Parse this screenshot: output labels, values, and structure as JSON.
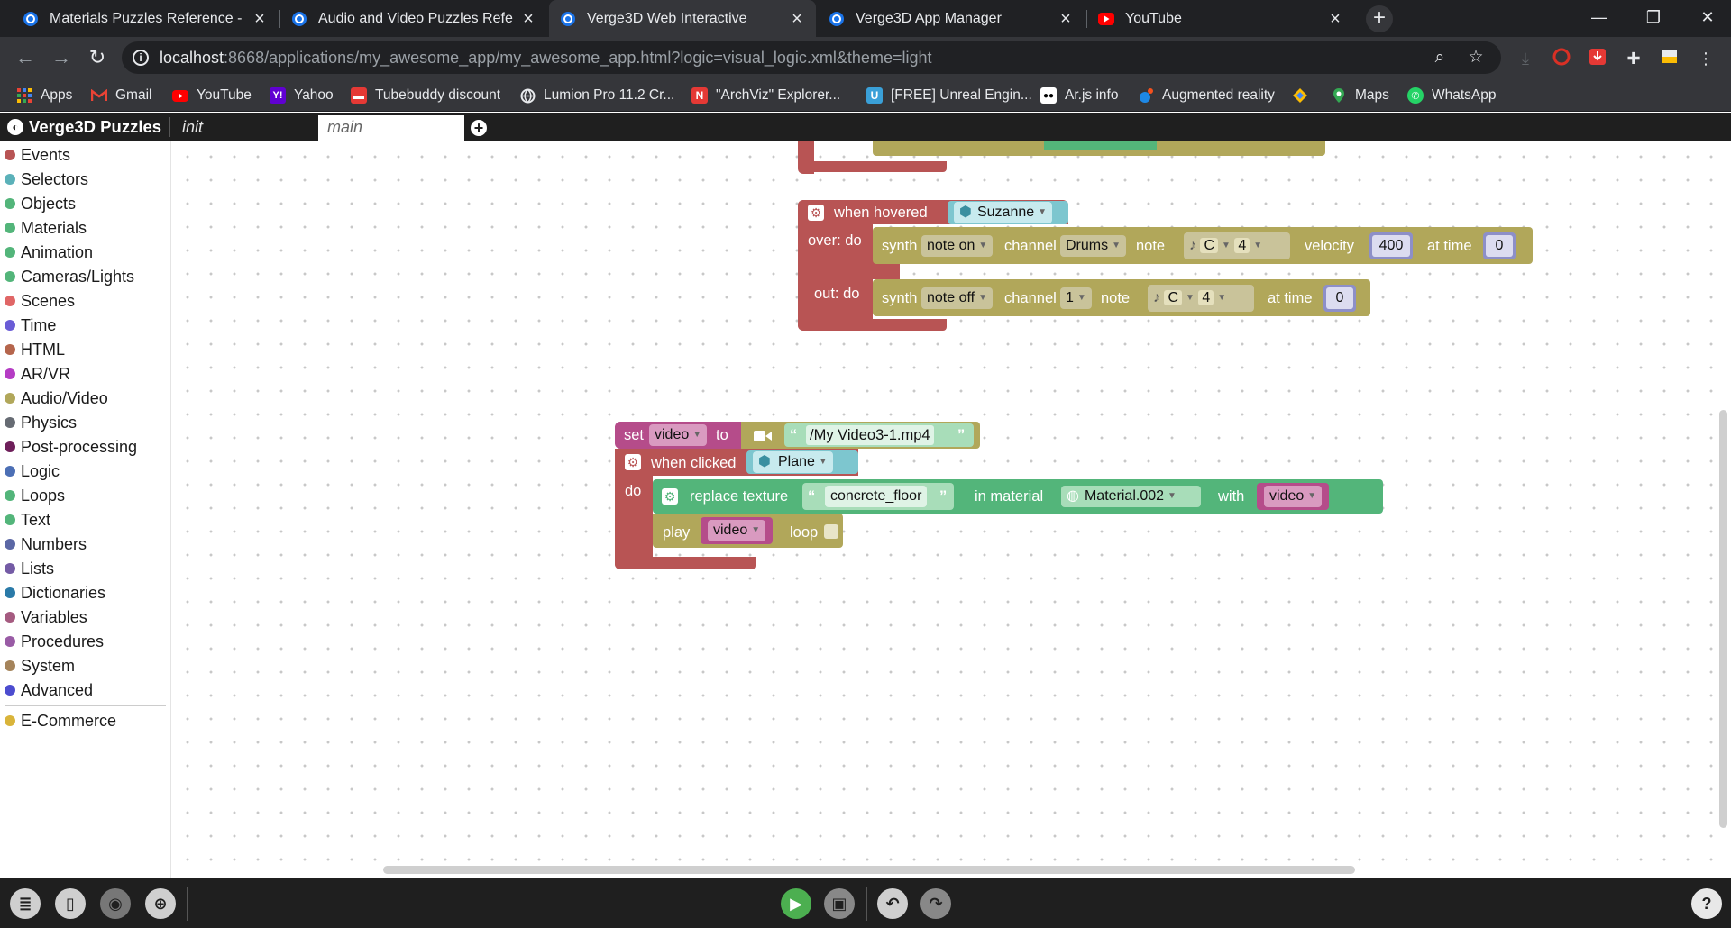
{
  "browser": {
    "tabs": [
      {
        "title": "Materials Puzzles Reference - Sof",
        "icon": "verge3d-icon"
      },
      {
        "title": "Audio and Video Puzzles Referen",
        "icon": "verge3d-icon"
      },
      {
        "title": "Verge3D Web Interactive",
        "icon": "verge3d-icon",
        "active": true
      },
      {
        "title": "Verge3D App Manager",
        "icon": "verge3d-icon"
      },
      {
        "title": "YouTube",
        "icon": "youtube-icon"
      }
    ],
    "url_host": "localhost",
    "url_rest": ":8668/applications/my_awesome_app/my_awesome_app.html?logic=visual_logic.xml&theme=light",
    "bookmarks": [
      {
        "label": "Apps",
        "icon": "apps-grid-icon"
      },
      {
        "label": "Gmail",
        "icon": "gmail-icon"
      },
      {
        "label": "YouTube",
        "icon": "youtube-icon"
      },
      {
        "label": "Yahoo",
        "icon": "yahoo-icon"
      },
      {
        "label": "Tubebuddy discount",
        "icon": "tubebuddy-icon"
      },
      {
        "label": "Lumion Pro 11.2 Cr...",
        "icon": "globe-icon"
      },
      {
        "label": "\"ArchViz\" Explorer...",
        "icon": "n-icon"
      },
      {
        "label": "[FREE] Unreal Engin...",
        "icon": "unreal-icon"
      },
      {
        "label": "Ar.js info",
        "icon": "arjs-icon"
      },
      {
        "label": "Augmented reality",
        "icon": "ar-icon"
      },
      {
        "label": "",
        "icon": "chrome-ext-icon"
      },
      {
        "label": "Maps",
        "icon": "maps-icon"
      },
      {
        "label": "WhatsApp",
        "icon": "whatsapp-icon"
      }
    ]
  },
  "app": {
    "brand": "Verge3D Puzzles",
    "tabs": [
      "init",
      "main"
    ],
    "active_tab": "main"
  },
  "categories": [
    {
      "label": "Events",
      "color": "#b85454"
    },
    {
      "label": "Selectors",
      "color": "#5bb1b9"
    },
    {
      "label": "Objects",
      "color": "#53b57a"
    },
    {
      "label": "Materials",
      "color": "#53b57a"
    },
    {
      "label": "Animation",
      "color": "#53b57a"
    },
    {
      "label": "Cameras/Lights",
      "color": "#53b57a"
    },
    {
      "label": "Scenes",
      "color": "#e06666"
    },
    {
      "label": "Time",
      "color": "#6a5cd6"
    },
    {
      "label": "HTML",
      "color": "#b5654c"
    },
    {
      "label": "AR/VR",
      "color": "#b53cc4"
    },
    {
      "label": "Audio/Video",
      "color": "#b1a75a"
    },
    {
      "label": "Physics",
      "color": "#666b73"
    },
    {
      "label": "Post-processing",
      "color": "#6e1f5a"
    },
    {
      "label": "Logic",
      "color": "#4c6fb5"
    },
    {
      "label": "Loops",
      "color": "#53b57a"
    },
    {
      "label": "Text",
      "color": "#53b57a"
    },
    {
      "label": "Numbers",
      "color": "#5b67a5"
    },
    {
      "label": "Lists",
      "color": "#745ba5"
    },
    {
      "label": "Dictionaries",
      "color": "#2a7aa8"
    },
    {
      "label": "Variables",
      "color": "#a55b80"
    },
    {
      "label": "Procedures",
      "color": "#995ba5"
    },
    {
      "label": "System",
      "color": "#a5845b"
    },
    {
      "label": "Advanced",
      "color": "#4c4ccf"
    },
    {
      "label": "E-Commerce",
      "color": "#d9b43a"
    }
  ],
  "blocks": {
    "hover": {
      "when_hovered": "when hovered",
      "object": "Suzanne",
      "over_do": "over: do",
      "out_do": "out: do",
      "synth1": {
        "synth": "synth",
        "mode": "note on",
        "channel_label": "channel",
        "channel": "Drums",
        "note_label": "note",
        "note": "C",
        "octave": "4",
        "velocity_label": "velocity",
        "velocity": "400",
        "at_time": "at time",
        "time": "0"
      },
      "synth2": {
        "synth": "synth",
        "mode": "note off",
        "channel_label": "channel",
        "channel": "1",
        "note_label": "note",
        "note": "C",
        "octave": "4",
        "at_time": "at time",
        "time": "0"
      }
    },
    "video": {
      "set": "set",
      "var": "video",
      "to": "to",
      "path": "/My Video3-1.mp4",
      "when_clicked": "when clicked",
      "object": "Plane",
      "do": "do",
      "replace_texture": "replace texture",
      "texture": "concrete_floor",
      "in_material": "in material",
      "material": "Material.002",
      "with": "with",
      "with_var": "video",
      "play": "play",
      "play_var": "video",
      "loop": "loop"
    }
  }
}
